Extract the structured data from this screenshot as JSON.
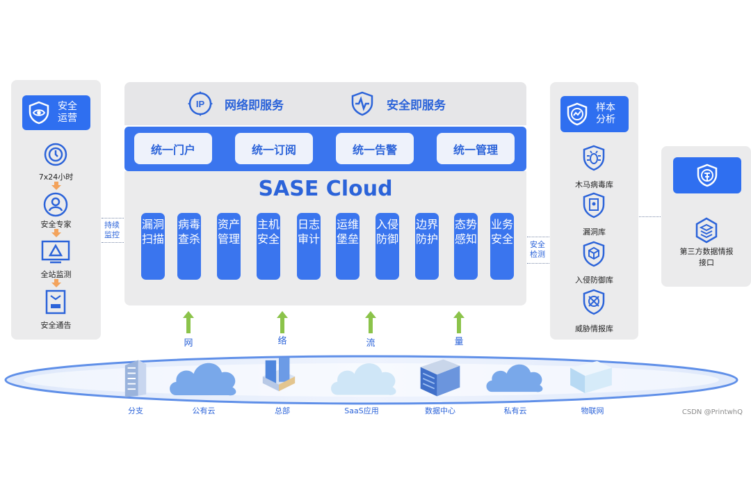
{
  "left_panel": {
    "badge_label": "安全运营",
    "steps": [
      "7x24小时",
      "安全专家",
      "全站监测",
      "安全通告"
    ]
  },
  "services": [
    "网络即服务",
    "安全即服务"
  ],
  "unified": [
    "统一门户",
    "统一订阅",
    "统一告警",
    "统一管理"
  ],
  "cloud_title": "SASE Cloud",
  "modules": [
    "漏洞扫描",
    "病毒查杀",
    "资产管理",
    "主机安全",
    "日志审计",
    "运维堡垒",
    "入侵防御",
    "边界防护",
    "态势感知",
    "业务安全"
  ],
  "left_link_label": "持续监控",
  "right_link_label": "安全检测",
  "right_panel": {
    "badge_label": "样本分析",
    "libraries": [
      "木马病毒库",
      "漏洞库",
      "入侵防御库",
      "威胁情报库"
    ]
  },
  "far_right": {
    "label": "第三方数据情报接口"
  },
  "uplinks": [
    "网",
    "络",
    "流",
    "量"
  ],
  "sites": [
    "分支",
    "公有云",
    "总部",
    "SaaS应用",
    "数据中心",
    "私有云",
    "物联网"
  ],
  "watermark": "CSDN @PrintwhQ",
  "colors": {
    "primary": "#3a75ee",
    "text_blue": "#2b63d9",
    "panel": "#ebebec",
    "arrow_orange": "#f3a35c",
    "arrow_green": "#8bc34a"
  }
}
